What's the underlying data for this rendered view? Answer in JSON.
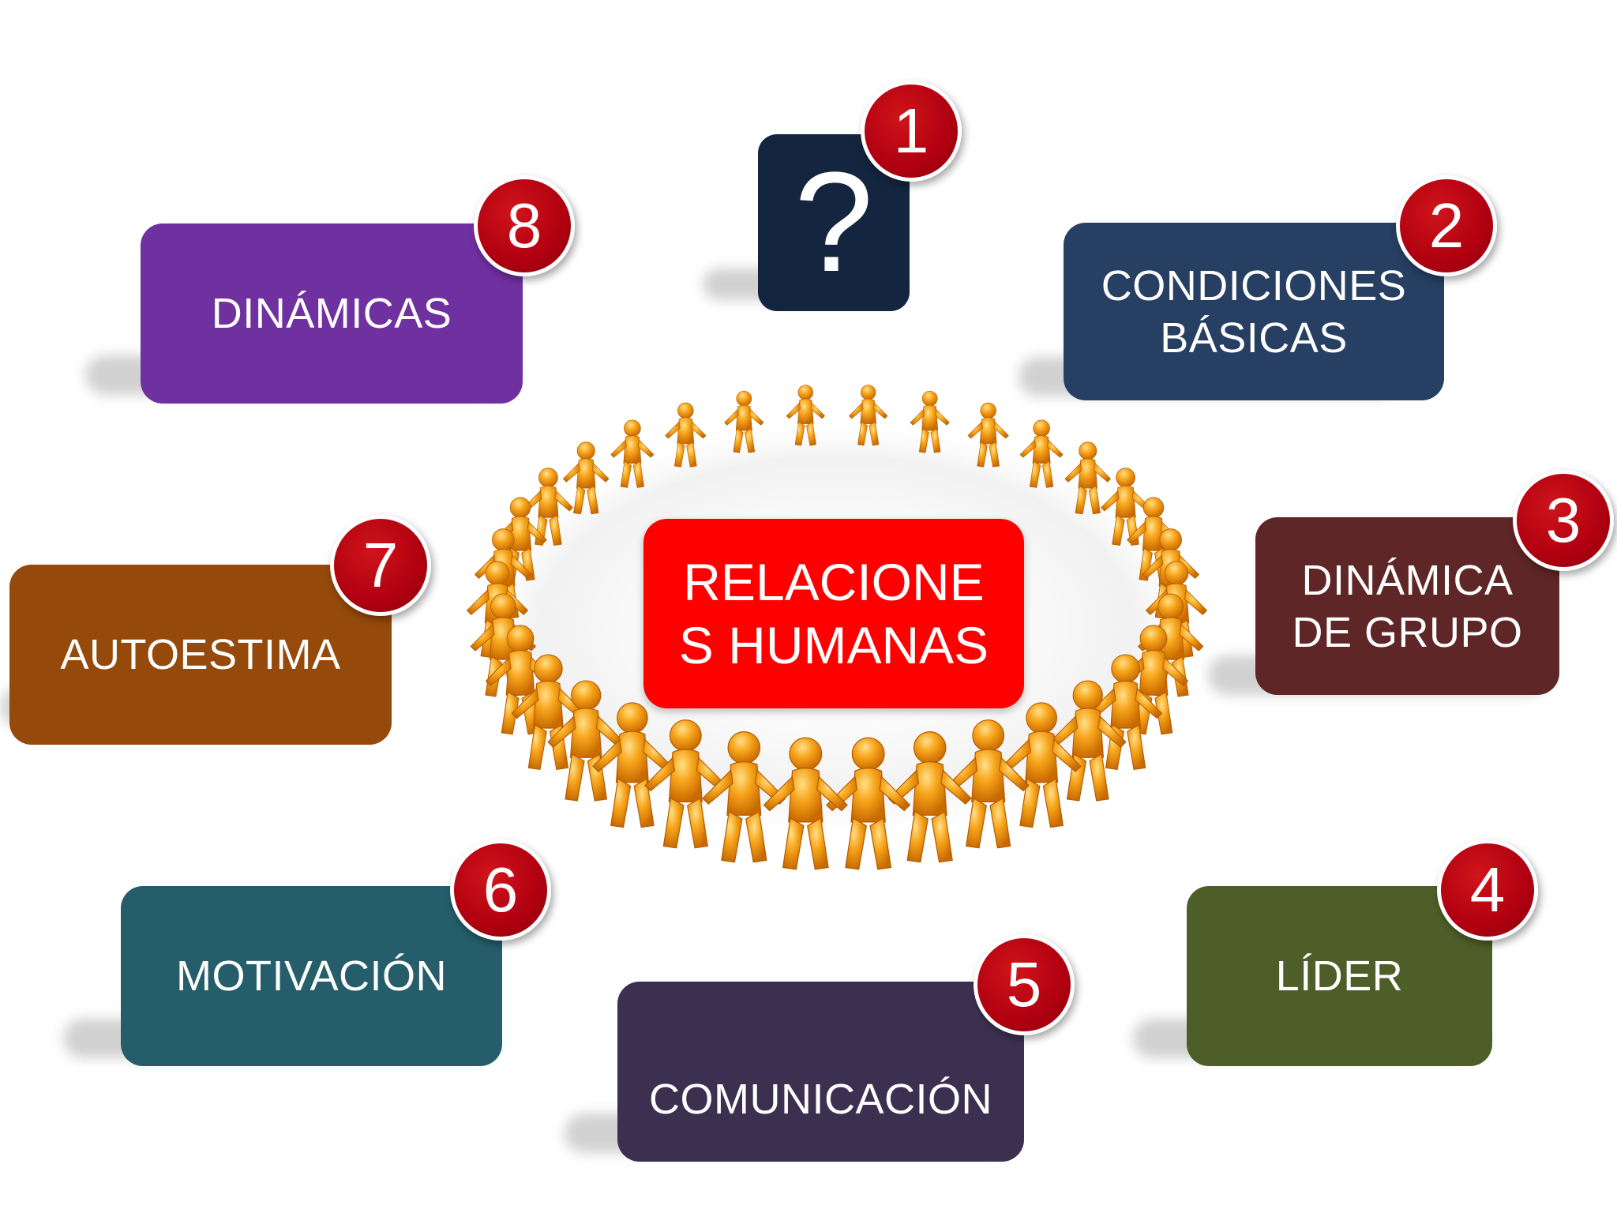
{
  "center": {
    "label_line1": "RELACIONE",
    "label_line2": "S HUMANAS",
    "color": "#ff0000"
  },
  "figure_icon": "people-circle-holding-hands",
  "question": {
    "symbol": "?",
    "color": "#14253f"
  },
  "badge_color": "#b00010",
  "items": [
    {
      "number": "1",
      "label_line1": "",
      "label_line2": "",
      "color": "#14253f",
      "icon": "question-mark"
    },
    {
      "number": "2",
      "label_line1": "CONDICIONES",
      "label_line2": "BÁSICAS",
      "color": "#263f62"
    },
    {
      "number": "3",
      "label_line1": "DINÁMICA",
      "label_line2": "DE GRUPO",
      "color": "#5e2626"
    },
    {
      "number": "4",
      "label_line1": "LÍDER",
      "label_line2": "",
      "color": "#4e5e28"
    },
    {
      "number": "5",
      "label_line1": "COMUNICACIÓN",
      "label_line2": "",
      "color": "#3c3050"
    },
    {
      "number": "6",
      "label_line1": "MOTIVACIÓN",
      "label_line2": "",
      "color": "#255e6a"
    },
    {
      "number": "7",
      "label_line1": "AUTOESTIMA",
      "label_line2": "",
      "color": "#954a0b"
    },
    {
      "number": "8",
      "label_line1": "DINÁMICAS",
      "label_line2": "",
      "color": "#6f30a0"
    }
  ]
}
